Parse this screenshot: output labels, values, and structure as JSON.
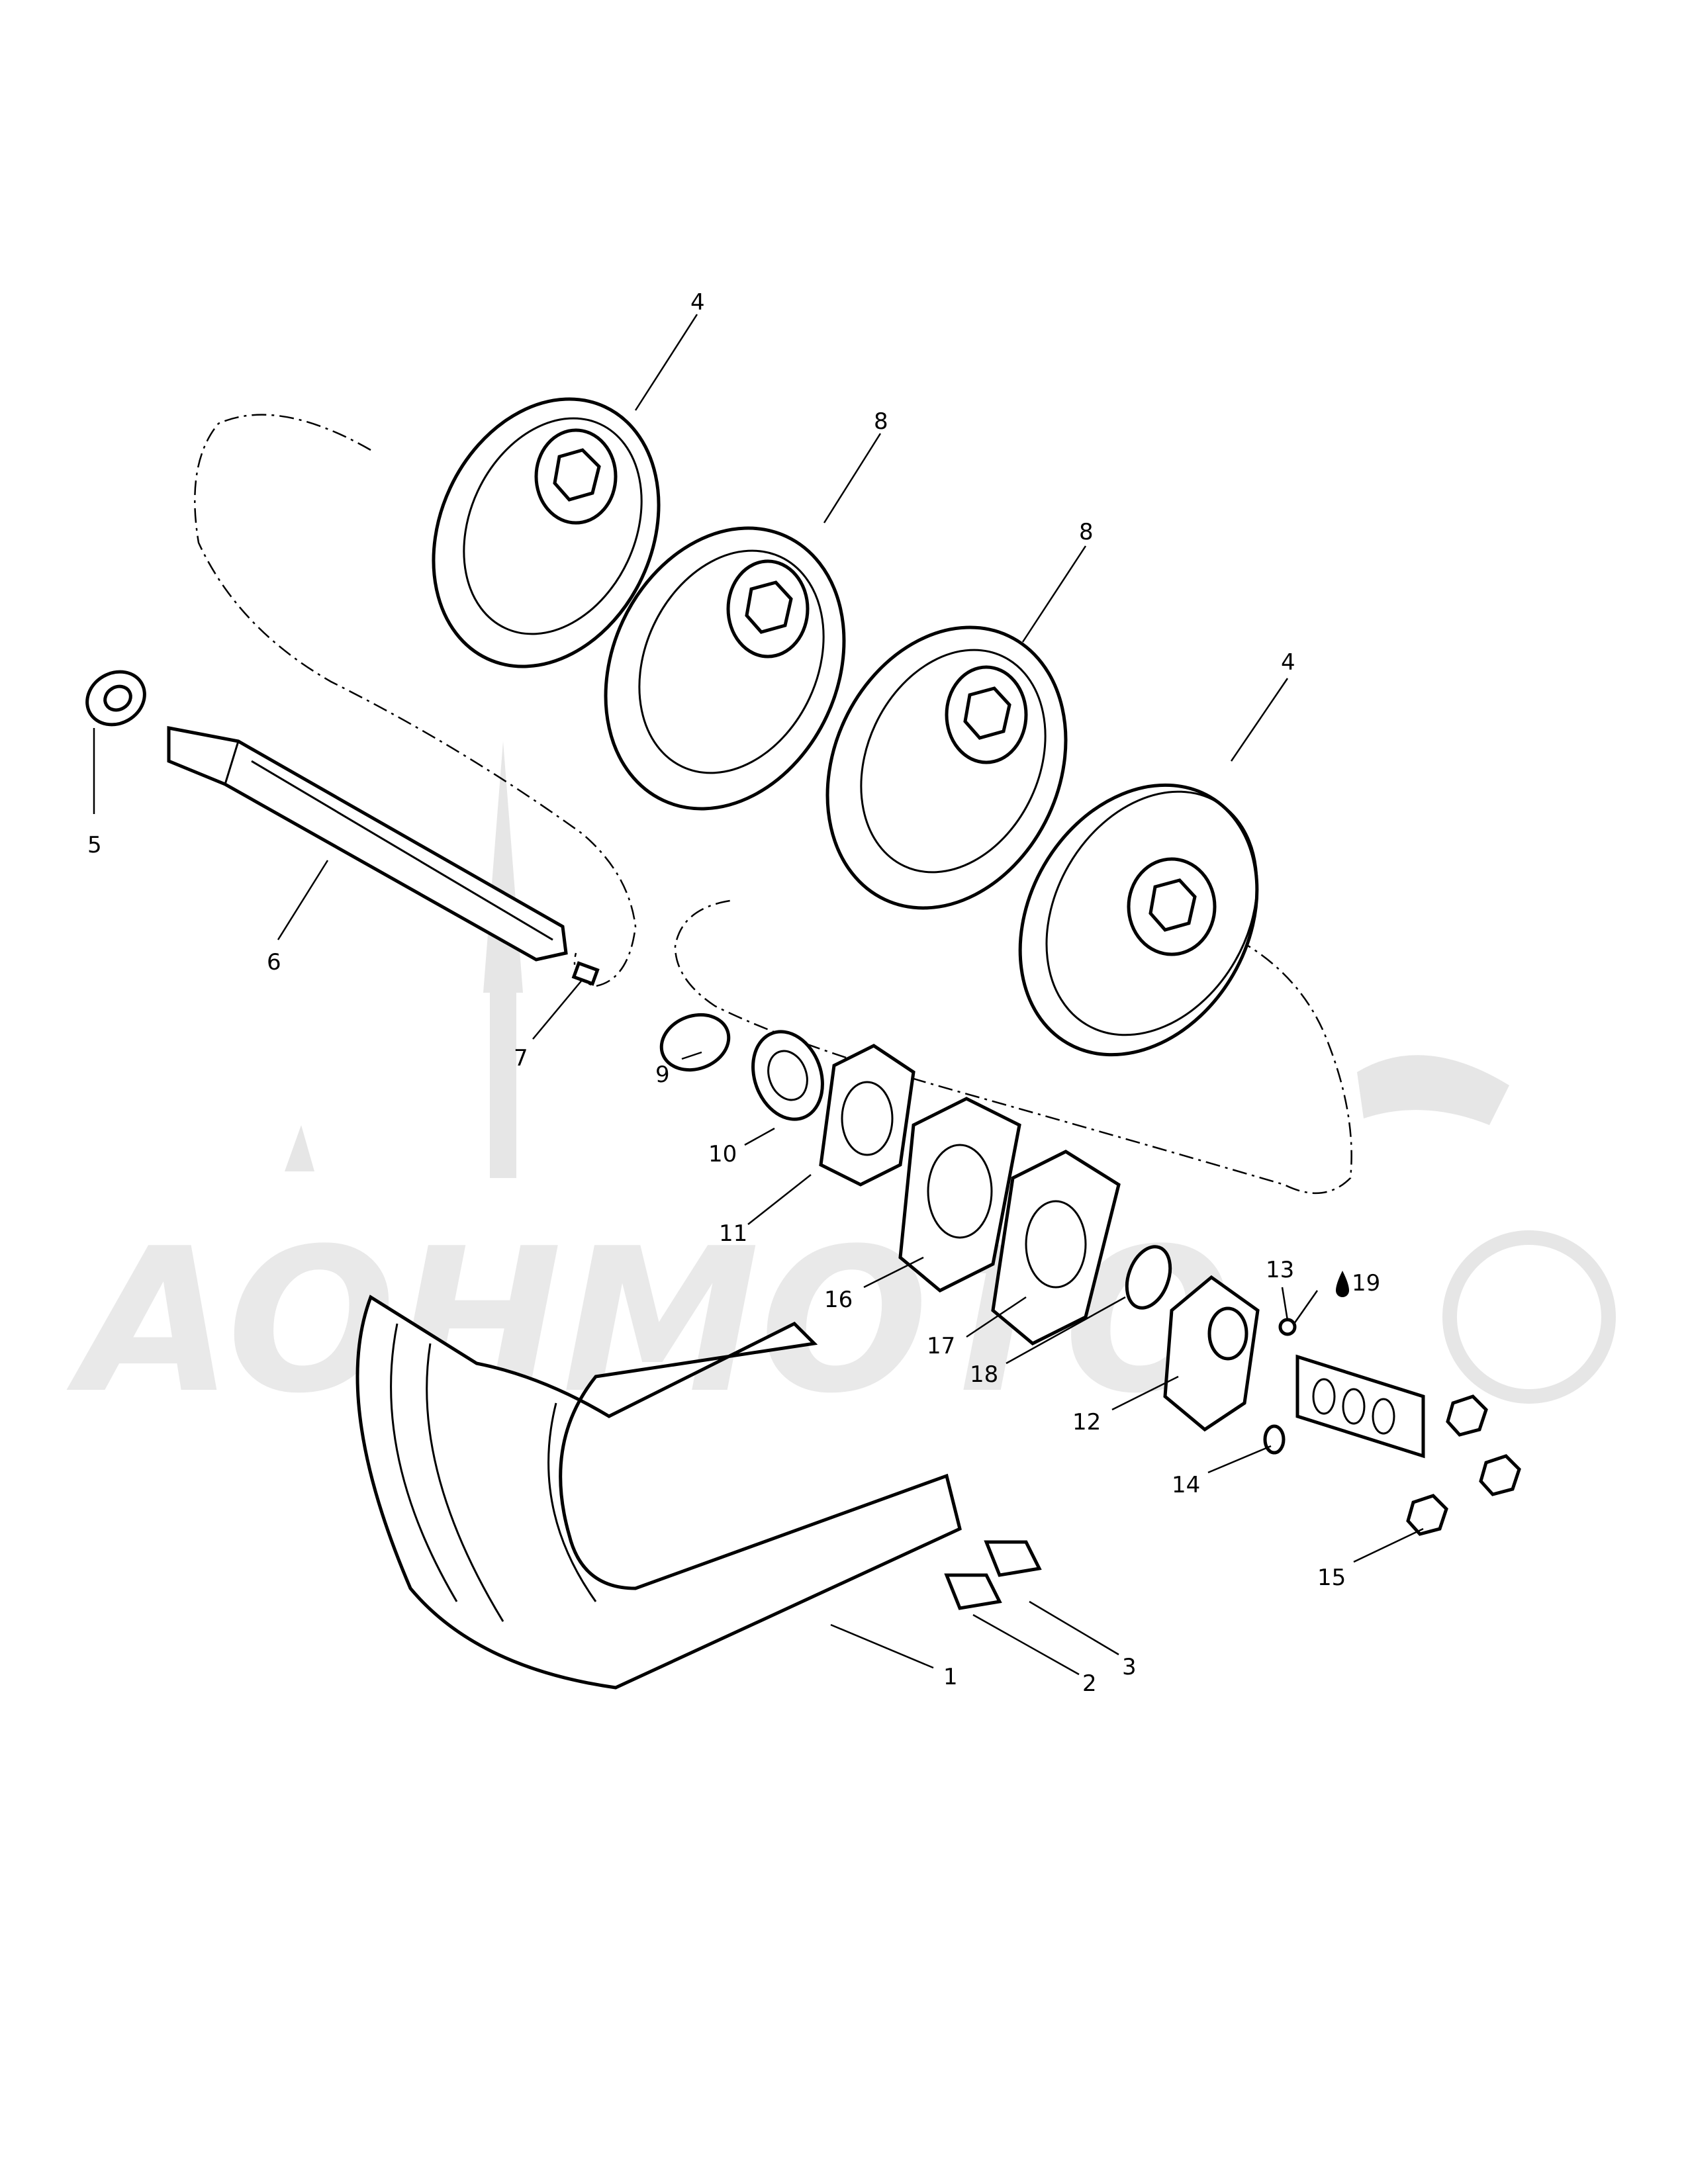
{
  "diagram": {
    "watermark_text": "AOHMOTO",
    "callouts": [
      "4",
      "8",
      "8",
      "4",
      "5",
      "6",
      "7",
      "9",
      "10",
      "11",
      "16",
      "17",
      "18",
      "13",
      "19",
      "12",
      "14",
      "15",
      "1",
      "2",
      "3"
    ]
  }
}
